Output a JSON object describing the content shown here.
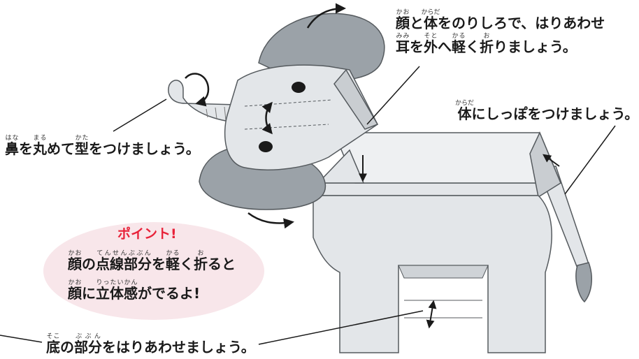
{
  "captions": {
    "face_body": {
      "line1": [
        {
          "t": "顔",
          "r": "かお"
        },
        {
          "t": "と"
        },
        {
          "t": "体",
          "r": "からだ"
        },
        {
          "t": "をのりしろで、はりあわせ"
        }
      ],
      "line2": [
        {
          "t": "耳",
          "r": "みみ"
        },
        {
          "t": "を"
        },
        {
          "t": "外",
          "r": "そと"
        },
        {
          "t": "へ"
        },
        {
          "t": "軽",
          "r": "かる"
        },
        {
          "t": "く"
        },
        {
          "t": "折",
          "r": "お"
        },
        {
          "t": "りましょう。"
        }
      ]
    },
    "tail": [
      {
        "t": "体",
        "r": "からだ"
      },
      {
        "t": "にしっぽをつけましょう。"
      }
    ],
    "nose": [
      {
        "t": "鼻",
        "r": "はな"
      },
      {
        "t": "を"
      },
      {
        "t": "丸",
        "r": "まる"
      },
      {
        "t": "めて"
      },
      {
        "t": "型",
        "r": "かた"
      },
      {
        "t": "をつけましょう。"
      }
    ],
    "bottom": [
      {
        "t": "底",
        "r": "そこ"
      },
      {
        "t": "の"
      },
      {
        "t": "部分",
        "r": "ぶぶん"
      },
      {
        "t": "をはりあわせましょう。"
      }
    ]
  },
  "point": {
    "title": "ポイント!",
    "line1": [
      {
        "t": "顔",
        "r": "かお"
      },
      {
        "t": "の"
      },
      {
        "t": "点線部分",
        "r": "てんせんぶぶん"
      },
      {
        "t": "を"
      },
      {
        "t": "軽",
        "r": "かる"
      },
      {
        "t": "く"
      },
      {
        "t": "折",
        "r": "お"
      },
      {
        "t": "ると"
      }
    ],
    "line2": [
      {
        "t": "顔",
        "r": "かお"
      },
      {
        "t": "に"
      },
      {
        "t": "立体感",
        "r": "りったいかん"
      },
      {
        "t": "がでるよ!"
      }
    ]
  },
  "colors": {
    "body_fill": "#e3e6e9",
    "ear_fill": "#9ba2a8",
    "outline": "#555a5e",
    "point_bubble": "#f8e6ea",
    "point_title": "#e8233a",
    "text": "#1a1a1a"
  },
  "icons": [
    "curved-arrow-icon",
    "double-arrow-icon",
    "down-arrow-icon"
  ]
}
